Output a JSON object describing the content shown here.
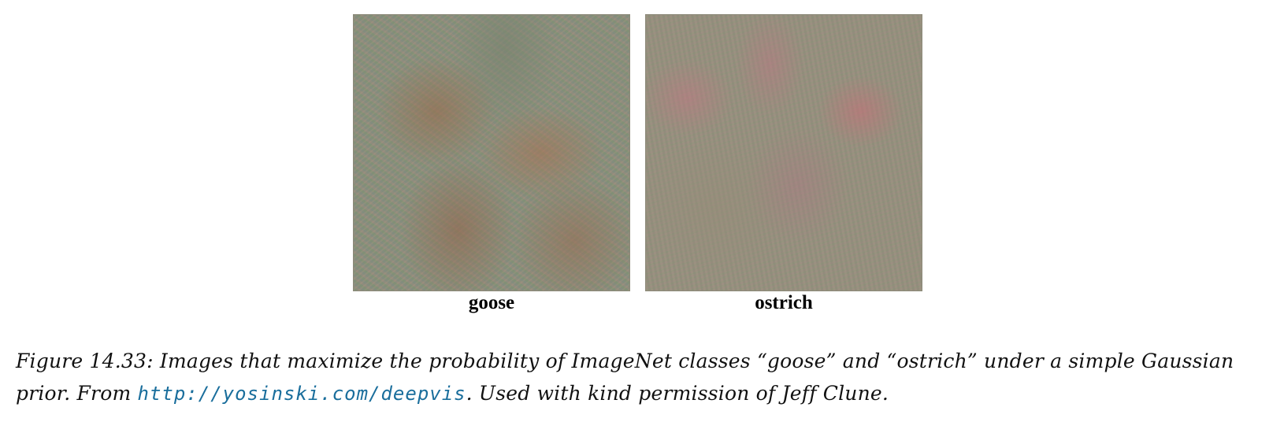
{
  "figure": {
    "panels": [
      {
        "label": "goose",
        "image": "dreamed-goose-visualization"
      },
      {
        "label": "ostrich",
        "image": "dreamed-ostrich-visualization"
      }
    ],
    "caption": {
      "part1": "Figure 14.33: Images that maximize the probability of ImageNet classes “goose” and “ostrich” under a simple Gaussian prior. From ",
      "url": "http://yosinski.com/deepvis",
      "part2": ". Used with kind permission of Jeff Clune."
    },
    "colors": {
      "url": "#1a6e9c",
      "text": "#111111"
    }
  }
}
